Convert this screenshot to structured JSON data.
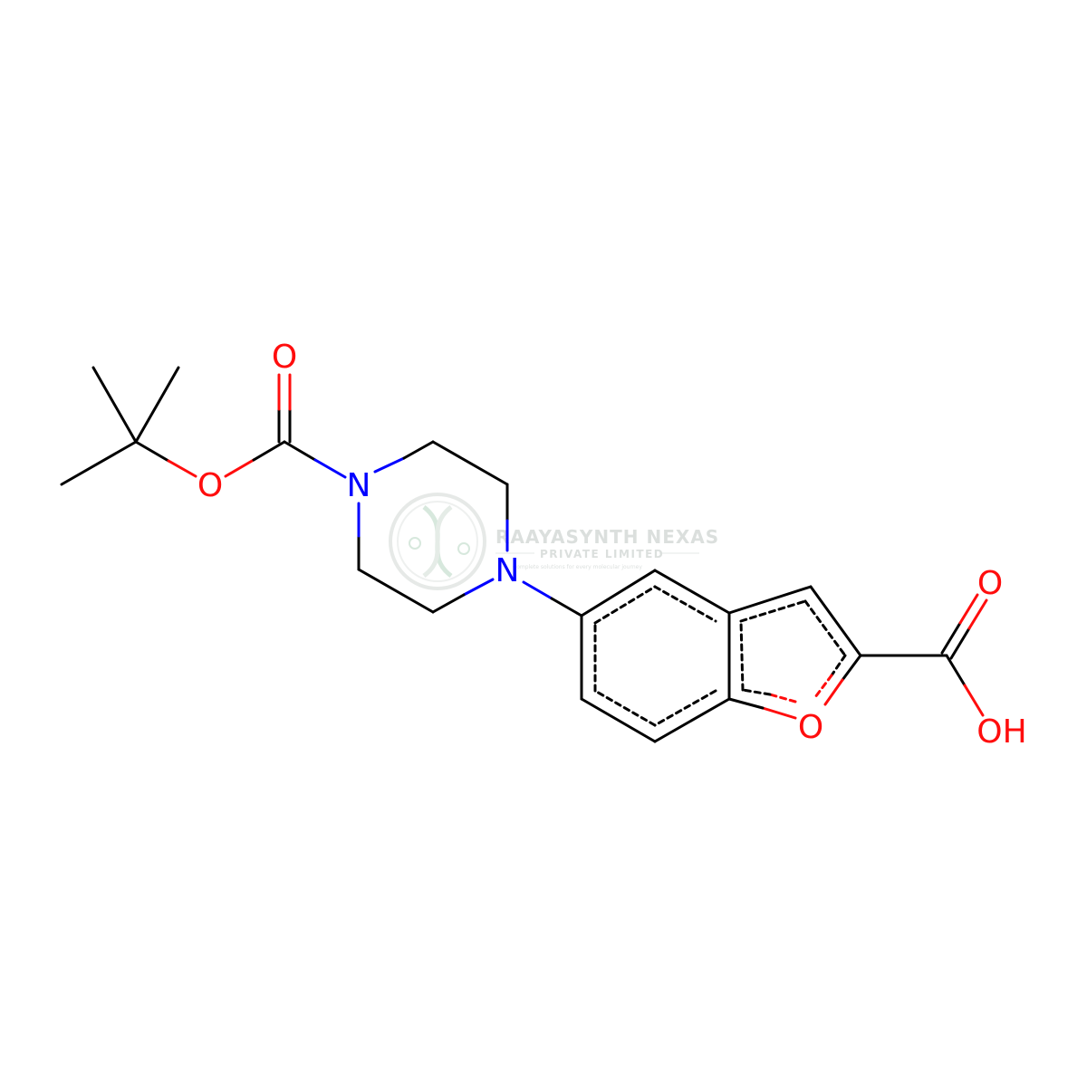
{
  "atoms": [
    {
      "id": "O_carbonyl_boc",
      "label": "O",
      "color": "#ff0d0d"
    },
    {
      "id": "O_ester_boc",
      "label": "O",
      "color": "#ff0d0d"
    },
    {
      "id": "N1_piperazine",
      "label": "N",
      "color": "#0000ff"
    },
    {
      "id": "N4_piperazine",
      "label": "N",
      "color": "#0000ff"
    },
    {
      "id": "O_furan",
      "label": "O",
      "color": "#ff0d0d"
    },
    {
      "id": "O_acid_carbonyl",
      "label": "O",
      "color": "#ff0d0d"
    },
    {
      "id": "OH_acid",
      "label": "OH",
      "color": "#ff0d0d"
    }
  ],
  "watermark": {
    "title": "RAAYASYNTH NEXAS",
    "subtitle": "PRIVATE LIMITED",
    "tagline": "Complete solutions for every molecular journey",
    "color": "#9aa5a0",
    "logo_icon": "dna-helix-icon"
  },
  "colors": {
    "bond": "#000000",
    "nitrogen": "#0000ff",
    "oxygen": "#ff0d0d",
    "background": "#ffffff"
  }
}
